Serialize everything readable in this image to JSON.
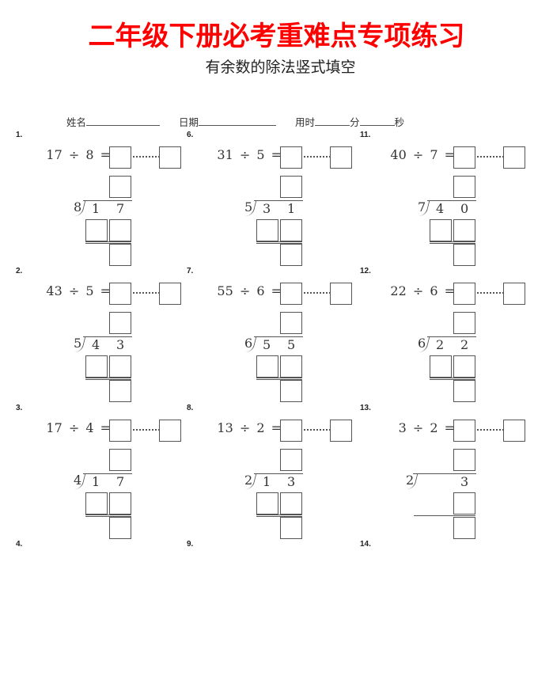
{
  "header": {
    "title": "二年级下册必考重难点专项练习",
    "subtitle": "有余数的除法竖式填空",
    "title_color": "#ff0000"
  },
  "info": {
    "name_label": "姓名",
    "date_label": "日期",
    "time_label": "用时",
    "minute_label": "分",
    "second_label": "秒"
  },
  "symbols": {
    "divide": "÷",
    "equals": "="
  },
  "problems": [
    {
      "number": "1.",
      "dividend": "17",
      "divisor": "8",
      "dividend_digits": [
        "1",
        "7"
      ],
      "equation": "17 ÷ 8 ="
    },
    {
      "number": "2.",
      "dividend": "43",
      "divisor": "5",
      "dividend_digits": [
        "4",
        "3"
      ],
      "equation": "43 ÷ 5 ="
    },
    {
      "number": "3.",
      "dividend": "17",
      "divisor": "4",
      "dividend_digits": [
        "1",
        "7"
      ],
      "equation": "17 ÷ 4 ="
    },
    {
      "number": "4."
    },
    {
      "number": "6.",
      "dividend": "31",
      "divisor": "5",
      "dividend_digits": [
        "3",
        "1"
      ],
      "equation": "31 ÷ 5 ="
    },
    {
      "number": "7.",
      "dividend": "55",
      "divisor": "6",
      "dividend_digits": [
        "5",
        "5"
      ],
      "equation": "55 ÷ 6 ="
    },
    {
      "number": "8.",
      "dividend": "13",
      "divisor": "2",
      "dividend_digits": [
        "1",
        "3"
      ],
      "equation": "13 ÷ 2 ="
    },
    {
      "number": "9."
    },
    {
      "number": "11.",
      "dividend": "40",
      "divisor": "7",
      "dividend_digits": [
        "4",
        "0"
      ],
      "equation": "40 ÷ 7 ="
    },
    {
      "number": "12.",
      "dividend": "22",
      "divisor": "6",
      "dividend_digits": [
        "2",
        "2"
      ],
      "equation": "22 ÷ 6 ="
    },
    {
      "number": "13.",
      "dividend": "3",
      "divisor": "2",
      "dividend_digits": [
        "",
        "3"
      ],
      "equation": "3 ÷ 2 =",
      "single_digit": true
    },
    {
      "number": "14."
    }
  ]
}
